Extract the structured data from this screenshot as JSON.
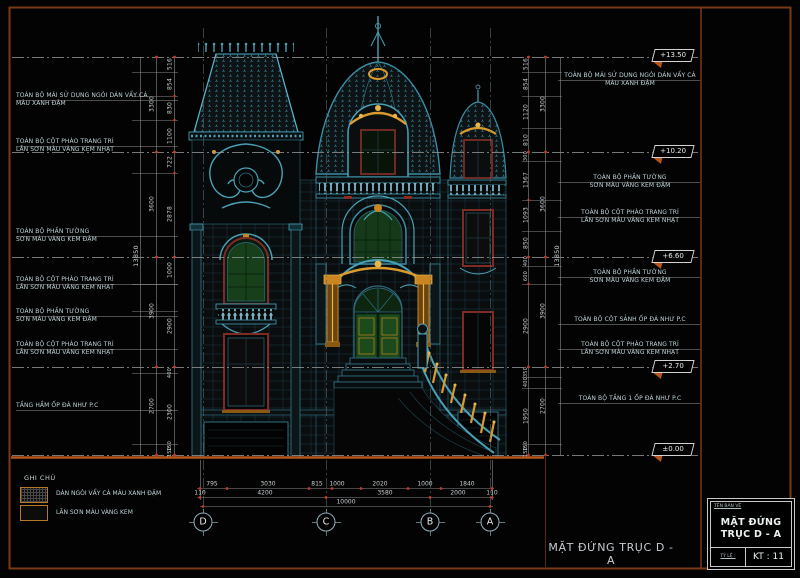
{
  "colors": {
    "sheet_border": "#7A3A14",
    "cad_line_teal": "#3A8CA3",
    "ornament_gold": "#C9851F",
    "window_frame_red": "#7E2B25",
    "door_green": "#1B4A1C",
    "ground_line": "#B5541B",
    "dim_text": "#C9CFD2",
    "tick_red": "#C3392B"
  },
  "annotations_left": [
    {
      "l1": "TOÀN BỘ MÁI SỬ DỤNG NGÓI DÁN VẨY CÁ",
      "l2": "MÀU XANH ĐẬM"
    },
    {
      "l1": "TOÀN BỘ CỘT PHÀO TRANG TRÍ",
      "l2": "LĂN SƠN MÀU VÀNG KEM NHẠT"
    },
    {
      "l1": "TOÀN BỘ PHẦN TƯỜNG",
      "l2": "SƠN MÀU VÀNG KEM ĐẬM"
    },
    {
      "l1": "TOÀN BỘ CỘT PHÀO TRANG TRÍ",
      "l2": "LĂN SƠN MÀU VÀNG KEM NHẠT"
    },
    {
      "l1": "TOÀN BỘ PHẦN TƯỜNG",
      "l2": "SƠN MÀU VÀNG KEM ĐẬM"
    },
    {
      "l1": "TOÀN BỘ CỘT PHÀO TRANG TRÍ",
      "l2": "LĂN SƠN MÀU VÀNG KEM NHẠT"
    },
    {
      "l1": "TẦNG HẦM ỐP ĐÁ NHƯ P.C",
      "l2": ""
    }
  ],
  "annotations_right": [
    {
      "l1": "TOÀN BỘ MÁI SỬ DỤNG NGÓI DÁN VẨY CÁ",
      "l2": "MÀU XANH ĐẬM"
    },
    {
      "l1": "TOÀN BỘ PHẦN TƯỜNG",
      "l2": "SƠN MÀU VÀNG KEM ĐẬM"
    },
    {
      "l1": "TOÀN BỘ CỘT PHÀO TRANG TRÍ",
      "l2": "LĂN SƠN MÀU VÀNG KEM NHẠT"
    },
    {
      "l1": "TOÀN BỘ PHẦN TƯỜNG",
      "l2": "SƠN MÀU VÀNG KEM ĐẬM"
    },
    {
      "l1": "TOÀN BỘ CỘT SẢNH ỐP ĐÁ NHƯ P.C",
      "l2": ""
    },
    {
      "l1": "TOÀN BỘ CỘT PHÀO TRANG TRÍ",
      "l2": "LĂN SƠN MÀU VÀNG KEM NHẠT"
    },
    {
      "l1": "TOÀN BỘ TẦNG 1 ỐP ĐÁ NHƯ P.C",
      "l2": ""
    }
  ],
  "levels": [
    "+13.50",
    "+10.20",
    "+6.60",
    "+2.70",
    "±0.00"
  ],
  "dims": {
    "left_inner": [
      "516",
      "854",
      "830",
      "1100",
      "722",
      "2878",
      "1000",
      "2900",
      "400",
      "2300",
      "150",
      "150"
    ],
    "left_outer": [
      "3300",
      "3600",
      "3900",
      "2700"
    ],
    "left_total": "13850",
    "right_inner": [
      "516",
      "854",
      "1120",
      "810",
      "300",
      "1367",
      "1093",
      "850",
      "400",
      "600",
      "2900",
      "350",
      "400",
      "1950",
      "150",
      "150"
    ],
    "right_outer": [
      "3300",
      "3600",
      "3900",
      "2700"
    ],
    "right_total": "13850",
    "bottom_row1": [
      "795",
      "3030",
      "815",
      "1000",
      "2020",
      "1000",
      "1840"
    ],
    "bottom_row2": [
      "110",
      "4200",
      "3580",
      "2000",
      "110"
    ],
    "bottom_total": "10000"
  },
  "axes": [
    "D",
    "C",
    "B",
    "A"
  ],
  "legend": {
    "title": "GHI CHÚ",
    "items": [
      {
        "label": "DÁN NGÓI VẨY CÁ MÀU XANH ĐẬM",
        "swatch": "fish-scale-hatch"
      },
      {
        "label": "LĂN SƠN MÀU VÀNG KEM",
        "swatch": "plain"
      }
    ]
  },
  "titles": {
    "drawing_caption": "MẶT ĐỨNG TRỤC D - A",
    "block_header": "TÊN BẢN VẼ",
    "block_line1": "MẶT ĐỨNG",
    "block_line2": "TRỤC D - A",
    "block_scale": "TỶ LỆ :",
    "block_number": "KT : 11"
  }
}
